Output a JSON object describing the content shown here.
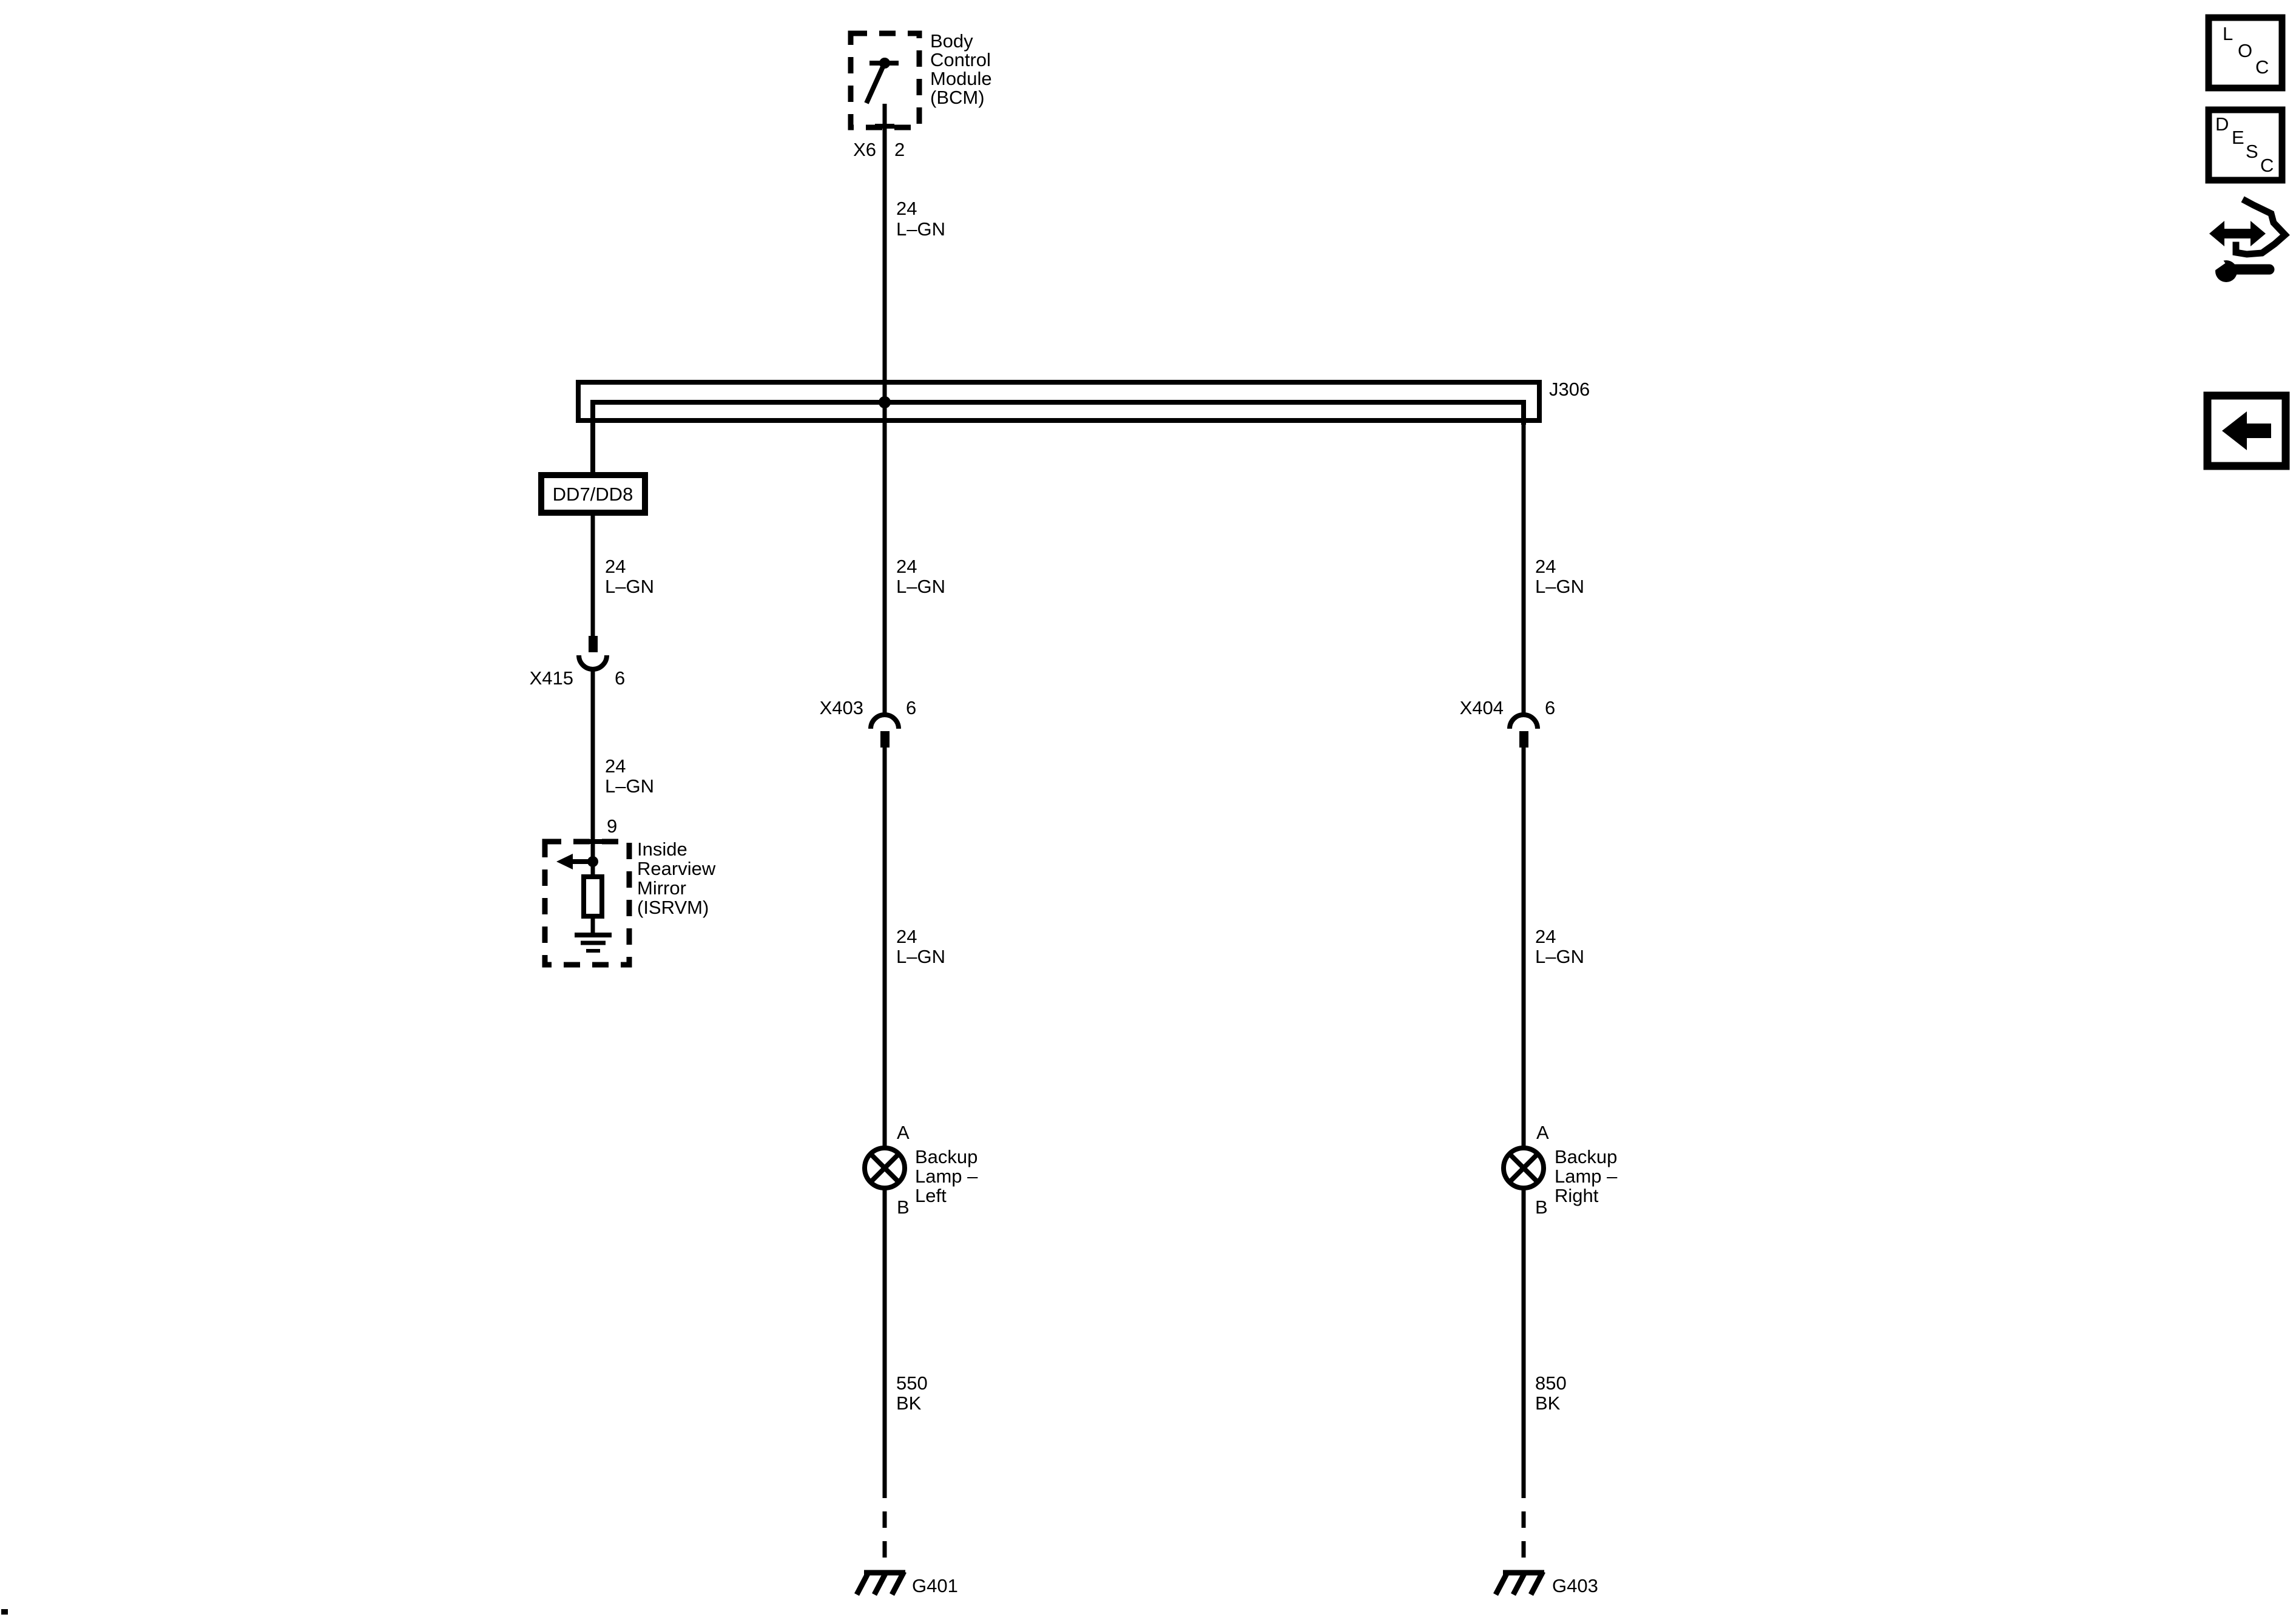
{
  "page": {
    "background": "#ffffff",
    "ink": "#000000"
  },
  "bcm": {
    "lines": [
      "Body",
      "Control",
      "Module",
      "(BCM)"
    ],
    "connector": "X6",
    "pin": "2"
  },
  "junction": {
    "label": "J306"
  },
  "left": {
    "harness": "DD7/DD8",
    "wire_a": {
      "size": "24",
      "color": "L–GN"
    },
    "inline": {
      "name": "X415",
      "pin": "6"
    },
    "wire_b": {
      "size": "24",
      "color": "L–GN"
    },
    "pin": "9",
    "component": {
      "lines": [
        "Inside",
        "Rearview",
        "Mirror",
        "(ISRVM)"
      ]
    }
  },
  "center": {
    "wire_a": {
      "size": "24",
      "color": "L–GN"
    },
    "wire_b": {
      "size": "24",
      "color": "L–GN"
    },
    "inline": {
      "name": "X403",
      "pin": "6"
    },
    "wire_c": {
      "size": "24",
      "color": "L–GN"
    },
    "lamp": {
      "pin_in": "A",
      "pin_out": "B",
      "lines": [
        "Backup",
        "Lamp –",
        "Left"
      ]
    },
    "wire_d": {
      "size": "550",
      "color": "BK"
    },
    "ground": {
      "label": "G401"
    }
  },
  "right": {
    "wire_a": {
      "size": "24",
      "color": "L–GN"
    },
    "inline": {
      "name": "X404",
      "pin": "6"
    },
    "wire_b": {
      "size": "24",
      "color": "L–GN"
    },
    "lamp": {
      "pin_in": "A",
      "pin_out": "B",
      "lines": [
        "Backup",
        "Lamp –",
        "Right"
      ]
    },
    "wire_c": {
      "size": "850",
      "color": "BK"
    },
    "ground": {
      "label": "G403"
    }
  },
  "sidebar": {
    "loc": [
      "L",
      "O",
      "C"
    ],
    "desc": [
      "D",
      "E",
      "S",
      "C"
    ],
    "icons": [
      "loc-button",
      "desc-button",
      "panel-repair-icon",
      "back-arrow-button"
    ]
  }
}
